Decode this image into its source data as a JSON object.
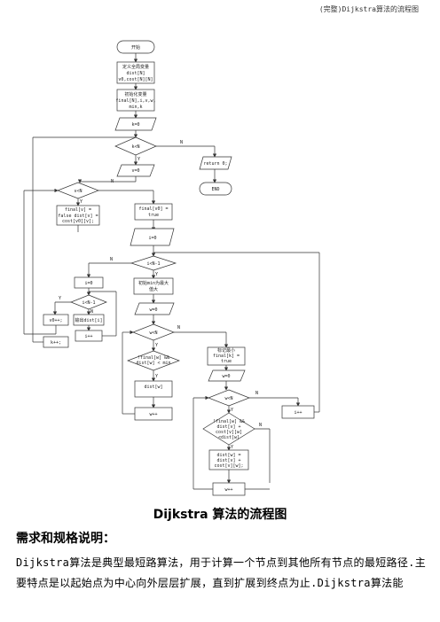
{
  "header": {
    "title": "(完整)Dijkstra算法的流程图"
  },
  "flow": {
    "start": "开始",
    "define_vars": [
      "定义全局变量",
      "dist[N]",
      "v0,cost[N][N]"
    ],
    "define_locals": [
      "初始化变量",
      "final[N],i,v,w,",
      "min,k"
    ],
    "init_i0": "k=0",
    "cond_1": "k<N",
    "set_v0": "v=0",
    "cond_2": "v<N",
    "init_final": [
      "final[v] =",
      "false dist[v] =",
      "cost[v0][v];"
    ],
    "final_v0": [
      "final[v0] =",
      "true"
    ],
    "return": "return 0;",
    "end": "END",
    "set_i0": "i=0",
    "cond_outer": "i<N-1",
    "find_min": [
      "初始min为最大",
      "值大"
    ],
    "set_w0": "w=0",
    "cond_w": "w<N",
    "check_final": [
      "!final[w] &&",
      "dist[w] < min"
    ],
    "update_min": [
      "dist[w]"
    ],
    "w_inc": "w++",
    "mark_final": [
      "标记最小",
      "final[k] =",
      "true"
    ],
    "set_w0b": "w=0",
    "cond_w2": "w<N",
    "relax_check": [
      "!final[w] &&",
      "dist[v] +",
      "cost[v][w]",
      "<dist[w]"
    ],
    "relax_update": [
      "dist[w] =",
      "dist[v] +",
      "cost[v][w];"
    ],
    "w_inc2": "w++",
    "i_inc": "i++",
    "print_init": "i=0",
    "cond_print": "i<N-1",
    "print": "输出dist[i]",
    "print_i_inc": "i++",
    "v_inc": "v0++;",
    "k_inc": "k++;",
    "label_Y": "Y",
    "label_N": "N"
  },
  "caption": {
    "en": "Dijkstra",
    "zh": " 算法的流程图"
  },
  "section": {
    "title": "需求和规格说明："
  },
  "body": {
    "p1": "Dijkstra算法是典型最短路算法，用于计算一个节点到其他所有节点的最短路径.主要特点是以起始点为中心向外层层扩展，直到扩展到终点为止.Dijkstra算法能"
  }
}
